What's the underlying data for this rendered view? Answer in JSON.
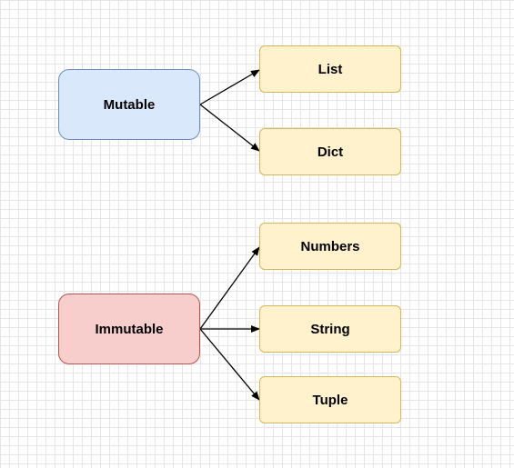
{
  "diagram": {
    "nodes": {
      "mutable": "Mutable",
      "immutable": "Immutable",
      "list": "List",
      "dict": "Dict",
      "numbers": "Numbers",
      "string": "String",
      "tuple": "Tuple"
    },
    "edges": [
      {
        "from": "Mutable",
        "to": "List"
      },
      {
        "from": "Mutable",
        "to": "Dict"
      },
      {
        "from": "Immutable",
        "to": "Numbers"
      },
      {
        "from": "Immutable",
        "to": "String"
      },
      {
        "from": "Immutable",
        "to": "Tuple"
      }
    ],
    "colors": {
      "mutable_fill": "#dae8fc",
      "mutable_stroke": "#6c8ebf",
      "immutable_fill": "#f8cecc",
      "immutable_stroke": "#b85450",
      "leaf_fill": "#fff2cc",
      "leaf_stroke": "#d6b656",
      "grid": "#e6e6e6",
      "edge": "#000000"
    }
  }
}
